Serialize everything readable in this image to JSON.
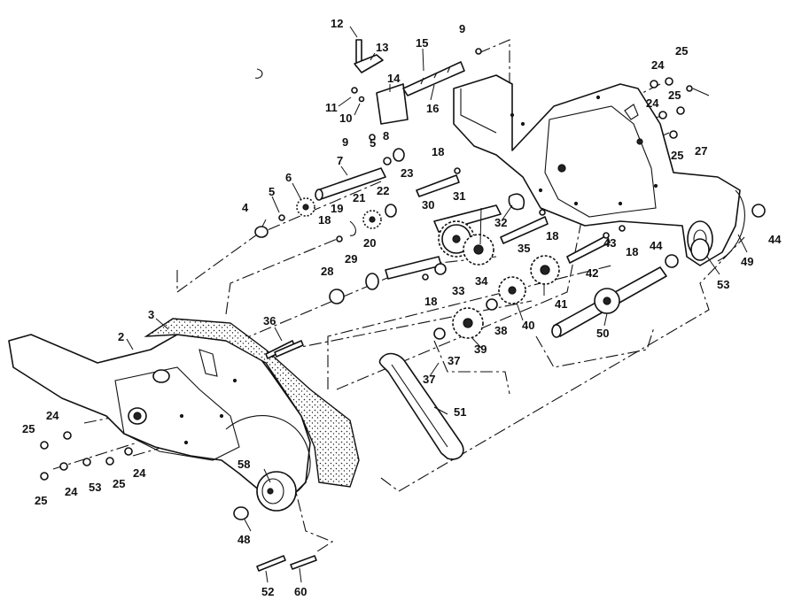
{
  "diagram": {
    "callouts": [
      "2",
      "3",
      "4",
      "5",
      "5",
      "6",
      "7",
      "8",
      "9",
      "9",
      "10",
      "11",
      "12",
      "13",
      "14",
      "15",
      "16",
      "18",
      "18",
      "18",
      "18",
      "18",
      "19",
      "20",
      "21",
      "22",
      "23",
      "24",
      "24",
      "24",
      "24",
      "24",
      "25",
      "25",
      "25",
      "25",
      "25",
      "25",
      "27",
      "28",
      "29",
      "30",
      "31",
      "32",
      "33",
      "34",
      "35",
      "36",
      "37",
      "37",
      "38",
      "39",
      "40",
      "41",
      "42",
      "43",
      "44",
      "44",
      "48",
      "49",
      "50",
      "51",
      "52",
      "53",
      "53",
      "58",
      "60"
    ]
  }
}
